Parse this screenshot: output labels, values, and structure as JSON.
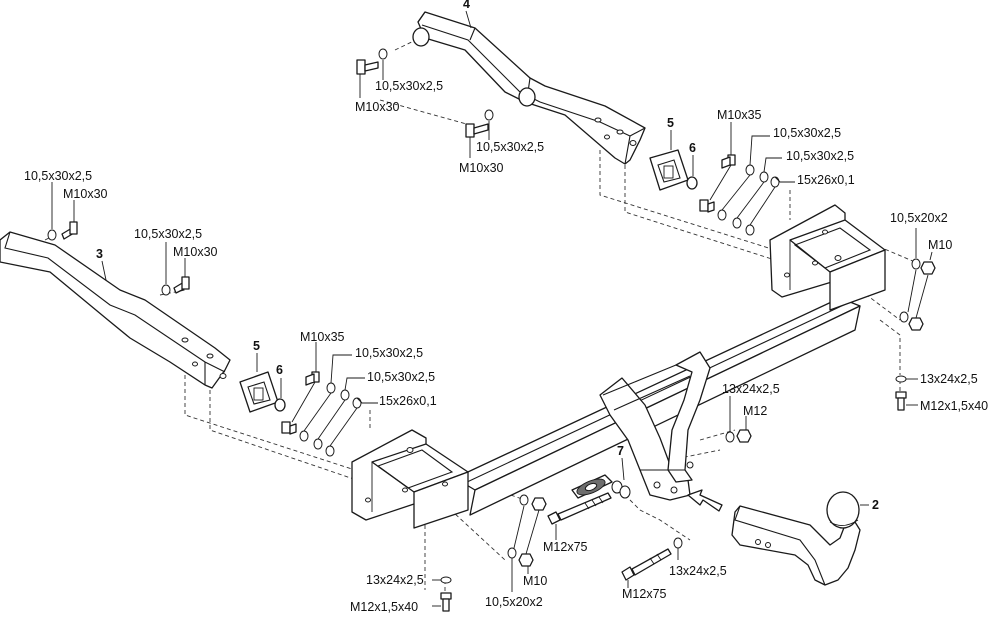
{
  "parts": {
    "p2": "2",
    "p3": "3",
    "p4": "4",
    "p5a": "5",
    "p6a": "6",
    "p5b": "5",
    "p6b": "6",
    "p7": "7"
  },
  "labels": {
    "m10x30_4a": "M10x30",
    "washer_4a": "10,5x30x2,5",
    "m10x30_4b": "M10x30",
    "washer_4b": "10,5x30x2,5",
    "washer_3a": "10,5x30x2,5",
    "m10x30_3a": "M10x30",
    "washer_3b": "10,5x30x2,5",
    "m10x30_3b": "M10x30",
    "m10x35_r": "M10x35",
    "washer_r1": "10,5x30x2,5",
    "washer_r2": "10,5x30x2,5",
    "washer_r3": "15x26x0,1",
    "washer_r4": "10,5x20x2",
    "nut_r": "M10",
    "washer_r5": "13x24x2,5",
    "bolt_r": "M12x1,5x40",
    "m10x35_l": "M10x35",
    "washer_l1": "10,5x30x2,5",
    "washer_l2": "10,5x30x2,5",
    "washer_l3": "15x26x0,1",
    "washer_c": "13x24x2,5",
    "nut_c": "M12",
    "bolt_c1": "M12x75",
    "nut_l": "M10",
    "washer_l4": "10,5x20x2",
    "washer_l5": "13x24x2,5",
    "bolt_l": "M12x1,5x40",
    "washer_b": "13x24x2,5",
    "bolt_b": "M12x75"
  }
}
